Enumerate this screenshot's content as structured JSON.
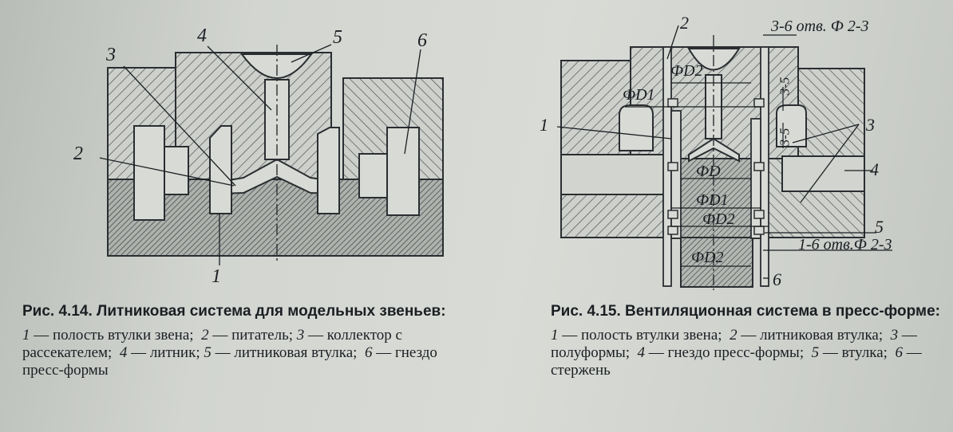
{
  "figure_414": {
    "labels": {
      "l1": "1",
      "l2": "2",
      "l3": "3",
      "l4": "4",
      "l5": "5",
      "l6": "6"
    },
    "caption_title": "Рис. 4.14. Литниковая система для модельных звеньев:",
    "legend": [
      {
        "num": "1",
        "text": "полость втулки звена;"
      },
      {
        "num": "2",
        "text": "питатель;"
      },
      {
        "num": "3",
        "text": "коллектор с рассекателем;"
      },
      {
        "num": "4",
        "text": "литник;"
      },
      {
        "num": "5",
        "text": "литниковая втулка;"
      },
      {
        "num": "6",
        "text": "гнездо пресс-формы"
      }
    ]
  },
  "figure_415": {
    "labels": {
      "l1": "1",
      "l2": "2",
      "l3": "3",
      "l4": "4",
      "l5": "5",
      "l6": "6",
      "holes_top": "3-6 отв. Ф 2-3",
      "holes_bottom": "1-6 отв.Ф 2-3",
      "dim_d2_top": "ФD2",
      "dim_d1_top": "ФD1",
      "dim_d": "ФD",
      "dim_d1_mid": "ФD1",
      "dim_d2_mid": "ФD2",
      "dim_d2_bot": "ФD2",
      "dim_35_a": "3-5",
      "dim_35_b": "3-5"
    },
    "caption_title": "Рис. 4.15. Вентиляционная система в пресс-форме:",
    "legend": [
      {
        "num": "1",
        "text": "полость втулки звена;"
      },
      {
        "num": "2",
        "text": "литниковая втулка;"
      },
      {
        "num": "3",
        "text": "полуформы;"
      },
      {
        "num": "4",
        "text": "гнездо пресс-формы;"
      },
      {
        "num": "5",
        "text": "втулка;"
      },
      {
        "num": "6",
        "text": "стержень"
      }
    ]
  }
}
